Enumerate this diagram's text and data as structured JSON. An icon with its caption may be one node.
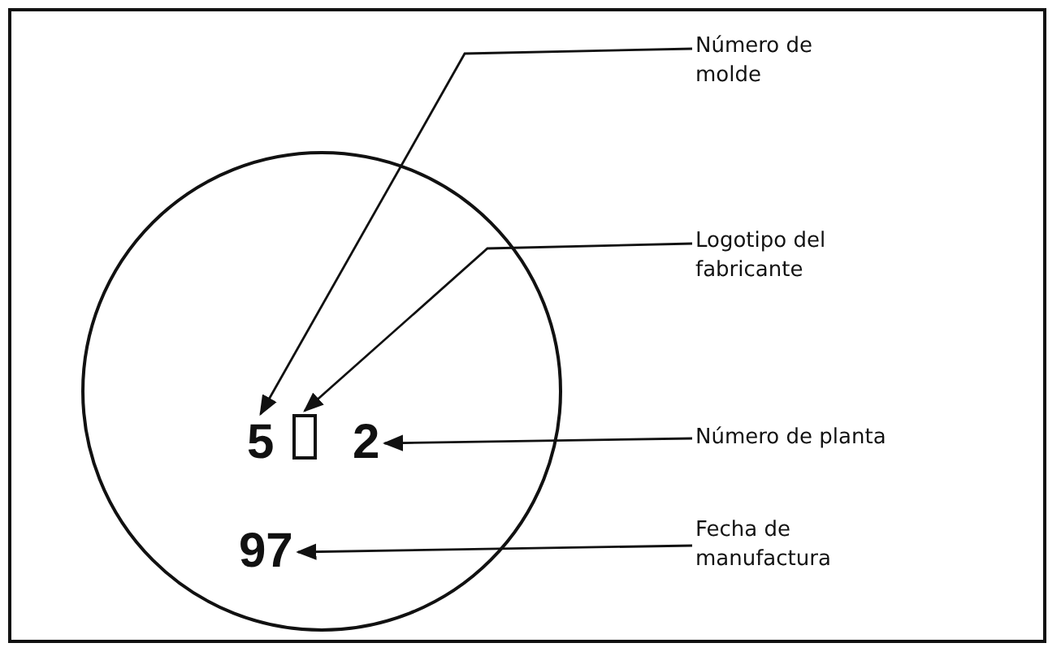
{
  "diagram": {
    "nodes": [
      {
        "text": [],
        "shape": "circle"
      },
      {
        "text": [
          "Número de molde"
        ]
      },
      {
        "text": [
          "Logotipo del fabricante"
        ]
      },
      {
        "text": [
          "5"
        ],
        "in": 0
      },
      {
        "text": [],
        "shape": "box",
        "in": 0
      },
      {
        "text": [
          "2"
        ],
        "in": 0
      },
      {
        "text": [
          "Número de planta"
        ]
      },
      {
        "text": [
          "97"
        ],
        "in": 0
      },
      {
        "text": [
          "Fecha de manufactura"
        ]
      }
    ],
    "edges": [
      {
        "from": 1,
        "to": 3,
        "arrow": "to"
      },
      {
        "from": 2,
        "to": 4,
        "arrow": "to"
      },
      {
        "from": 6,
        "to": 5,
        "arrow": "to"
      },
      {
        "from": 8,
        "to": 7,
        "arrow": "to"
      }
    ]
  }
}
